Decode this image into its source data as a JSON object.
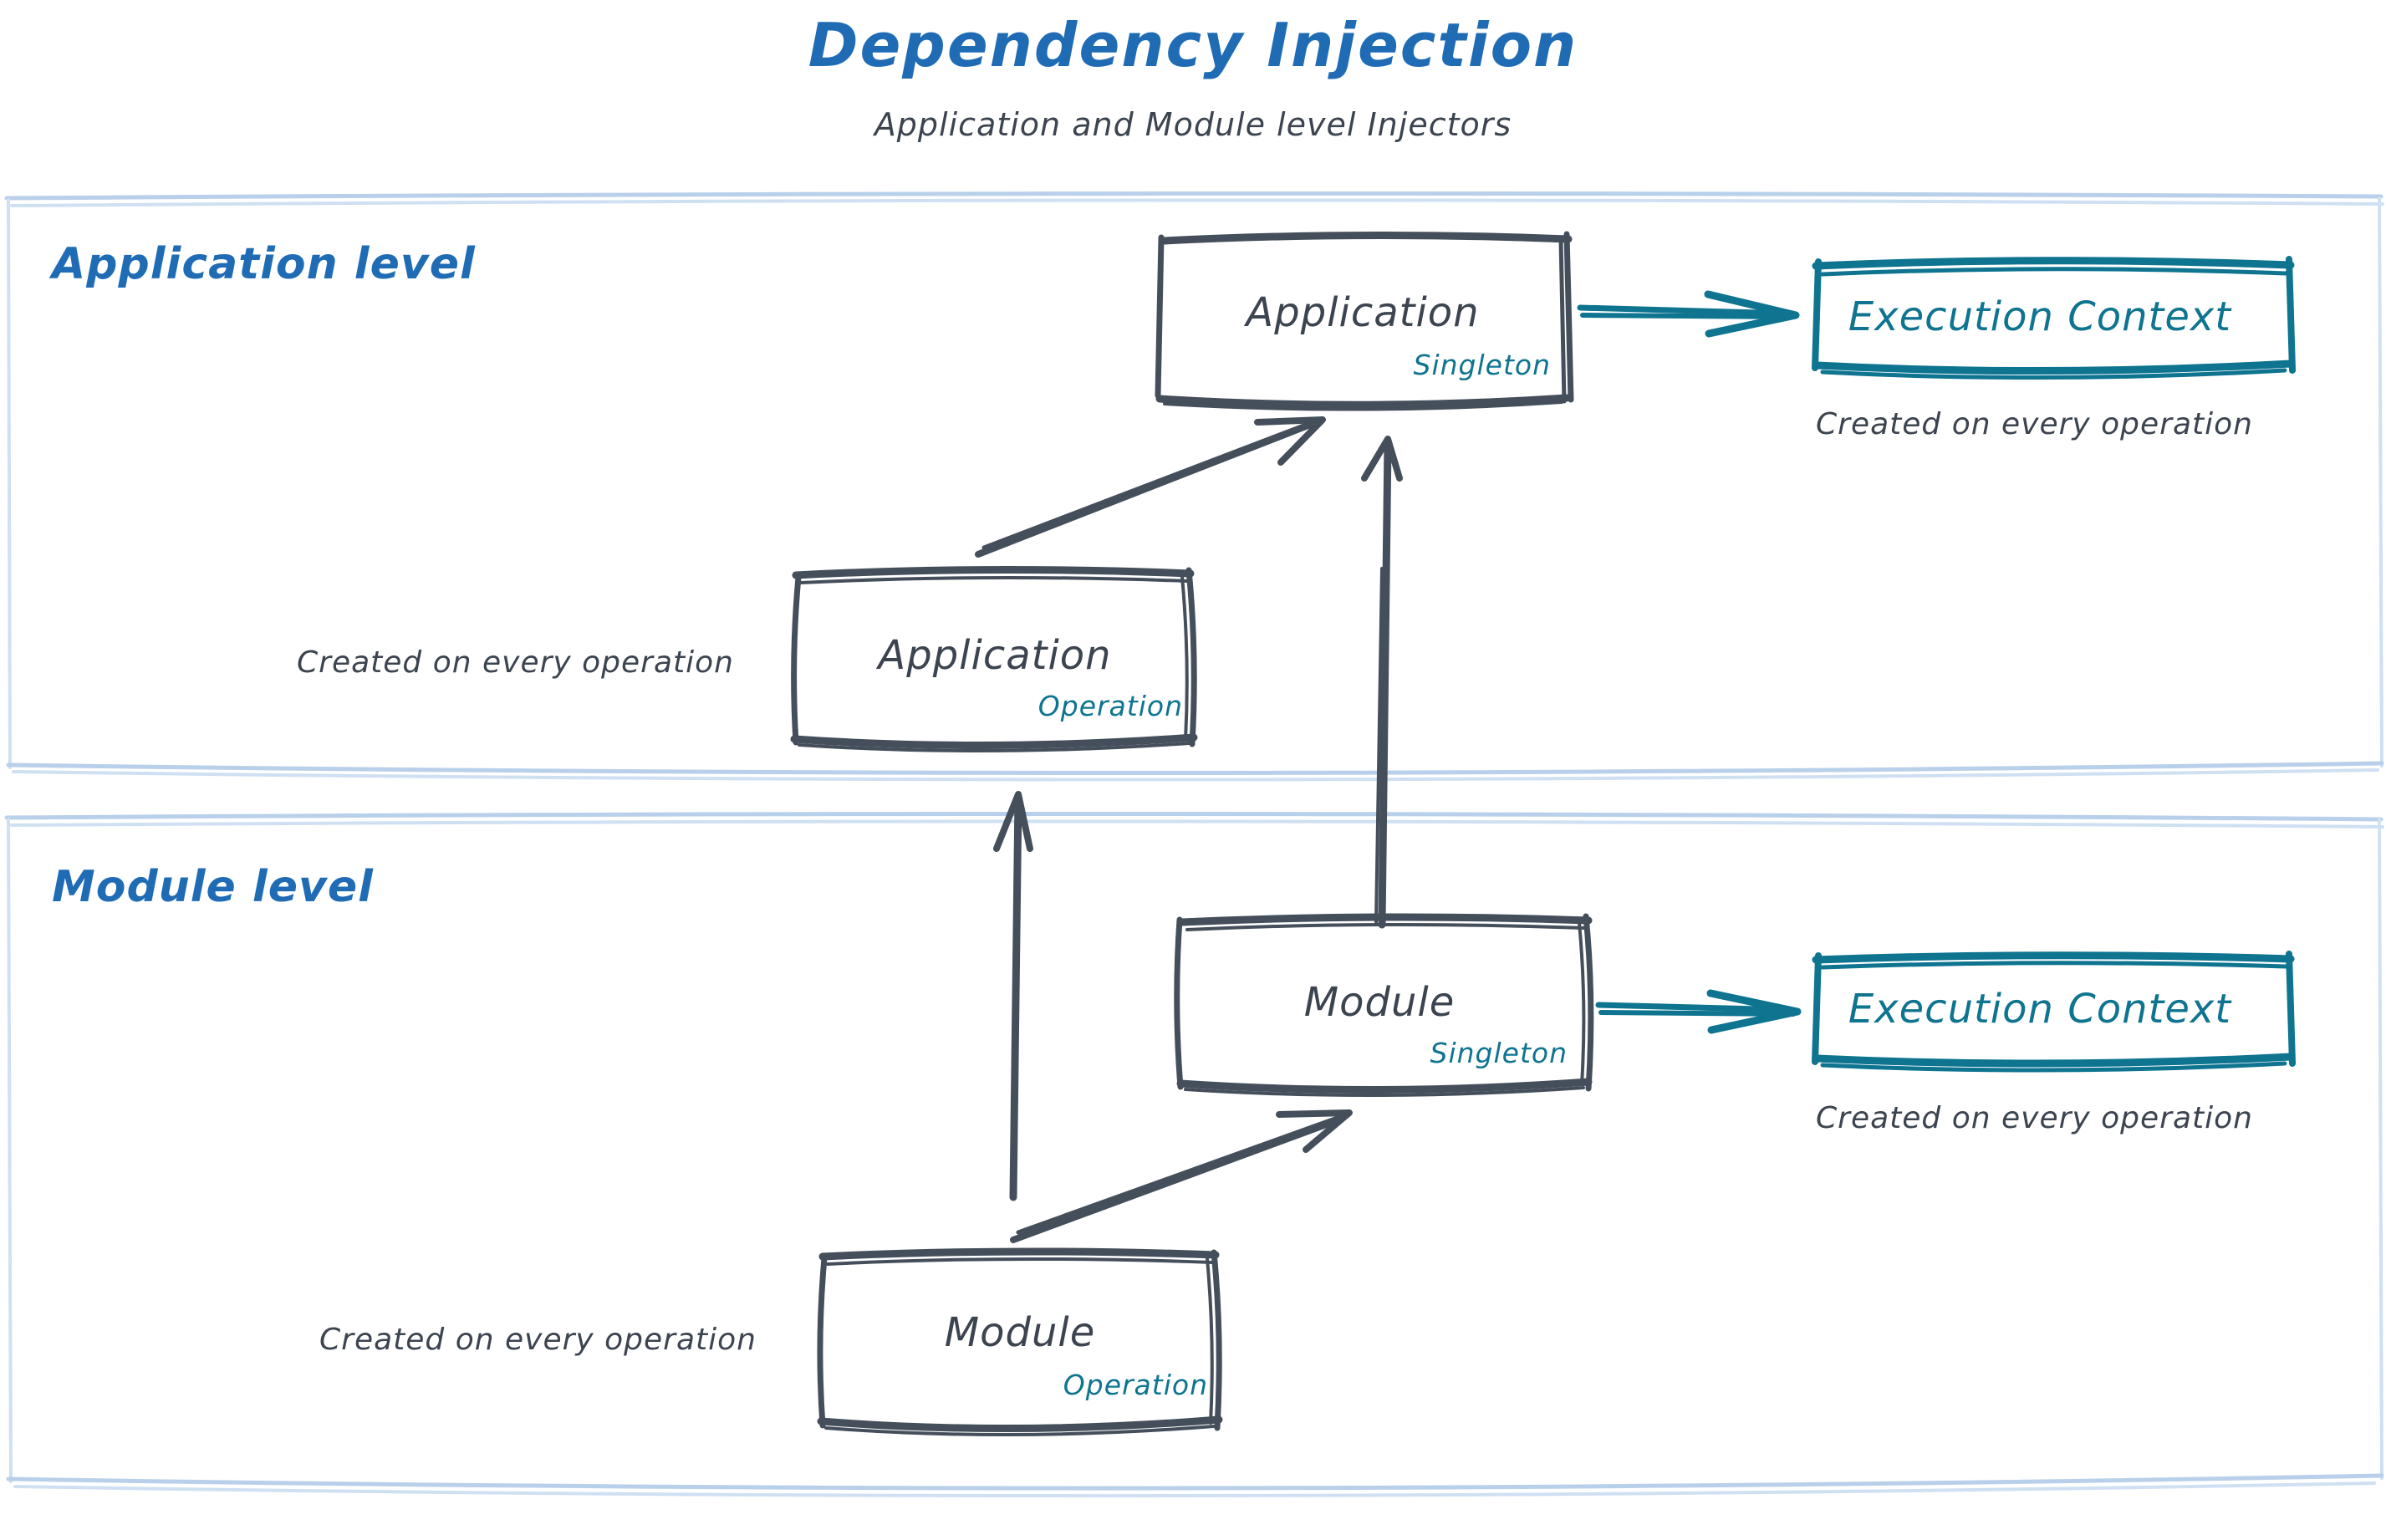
{
  "header": {
    "title": "Dependency Injection",
    "subtitle": "Application and Module level Injectors"
  },
  "colors": {
    "title_blue": "#1f6cb5",
    "lane_label_blue": "#1f6cb5",
    "lane_border_blue": "#b9d0ea",
    "node_stroke_gray": "#454f5b",
    "node_text_gray": "#3c4450",
    "scope_teal": "#0e7490",
    "arrow_gray": "#454f5b",
    "arrow_teal": "#0e7490",
    "background": "#ffffff"
  },
  "lanes": [
    {
      "id": "application-level",
      "label": "Application level",
      "nodes": [
        {
          "id": "application-singleton",
          "title": "Application",
          "scope": "Singleton",
          "style": "gray-box"
        },
        {
          "id": "application-operation",
          "title": "Application",
          "scope": "Operation",
          "style": "gray-box",
          "caption": "Created on every operation"
        },
        {
          "id": "execution-context-application",
          "title": "Execution Context",
          "style": "teal-box",
          "caption": "Created on every operation"
        }
      ]
    },
    {
      "id": "module-level",
      "label": "Module level",
      "nodes": [
        {
          "id": "module-singleton",
          "title": "Module",
          "scope": "Singleton",
          "style": "gray-box"
        },
        {
          "id": "module-operation",
          "title": "Module",
          "scope": "Operation",
          "style": "gray-box",
          "caption": "Created on every operation"
        },
        {
          "id": "execution-context-module",
          "title": "Execution Context",
          "style": "teal-box",
          "caption": "Created on every operation"
        }
      ]
    }
  ],
  "captions": {
    "created_on_every_operation": "Created on every operation"
  },
  "edges": [
    {
      "id": "app-singleton-to-ec",
      "from": "application-singleton",
      "to": "execution-context-application",
      "color": "teal",
      "kind": "straight-right"
    },
    {
      "id": "app-operation-to-app-singleton",
      "from": "application-operation",
      "to": "application-singleton",
      "color": "gray",
      "kind": "diagonal-up-right"
    },
    {
      "id": "module-singleton-to-app-singleton",
      "from": "module-singleton",
      "to": "application-singleton",
      "color": "gray",
      "kind": "vertical-up"
    },
    {
      "id": "module-operation-to-app-operation",
      "from": "module-operation",
      "to": "application-operation",
      "color": "gray",
      "kind": "vertical-up"
    },
    {
      "id": "module-operation-to-module-singleton",
      "from": "module-operation",
      "to": "module-singleton",
      "color": "gray",
      "kind": "diagonal-up-right"
    },
    {
      "id": "module-singleton-to-ec",
      "from": "module-singleton",
      "to": "execution-context-module",
      "color": "teal",
      "kind": "straight-right"
    }
  ]
}
